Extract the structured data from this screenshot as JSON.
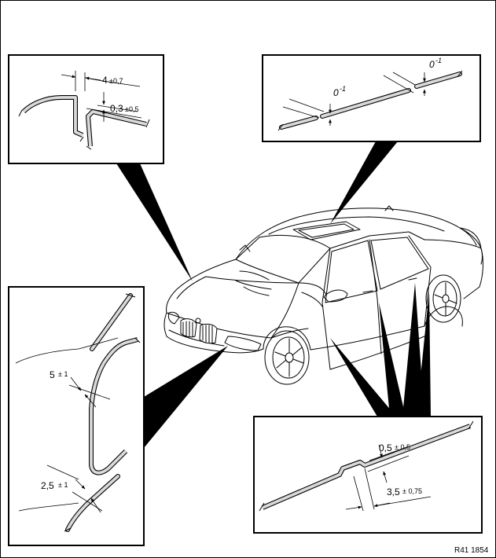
{
  "figure_ref": "R41 1854",
  "details": {
    "top_left": {
      "gap_main": "4",
      "gap_tol": "±0,7",
      "offset_main": "0,3",
      "offset_tol": "±0,5"
    },
    "top_right": {
      "flush_left": "0",
      "flush_left_sup": "-1",
      "flush_right": "0",
      "flush_right_sup": "-1"
    },
    "bottom_left": {
      "gap_upper_main": "5",
      "gap_upper_tol": "± 1",
      "gap_lower_main": "2,5",
      "gap_lower_tol": "± 1"
    },
    "bottom_right": {
      "offset_main": "0,5",
      "offset_tol": "± 0,5",
      "width_main": "3,5",
      "width_tol": "± 0,75"
    }
  },
  "colors": {
    "line": "#000000",
    "panel_fill": "#d9d9d9",
    "background": "#ffffff"
  }
}
